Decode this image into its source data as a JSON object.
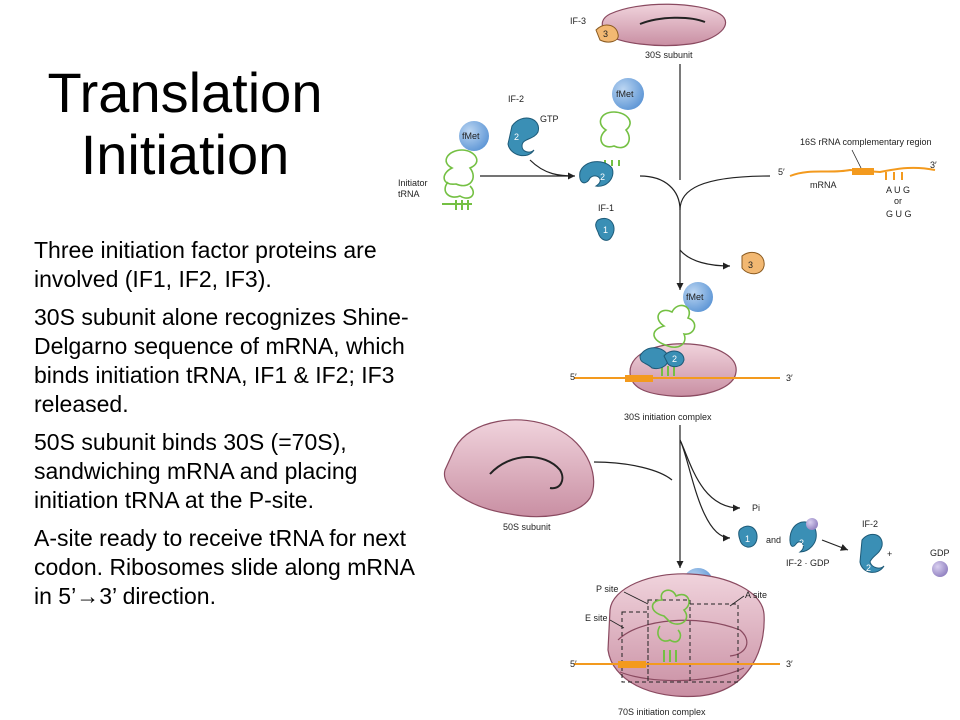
{
  "title": {
    "line1": "Translation",
    "line2": "Initiation"
  },
  "bullets": [
    "Three initiation factor proteins are involved (IF1, IF2, IF3).",
    "30S subunit alone recognizes Shine-Delgarno sequence of mRNA, which binds initiation tRNA, IF1 & IF2; IF3 released.",
    "50S subunit binds 30S (=70S), sandwiching mRNA and placing initiation tRNA at the P-site.",
    "A-site ready to receive tRNA for next codon.  Ribosomes slide along mRNA in 5’→3’ direction."
  ],
  "diagram": {
    "if3": "IF-3",
    "num3": "3",
    "s30_subunit": "30S subunit",
    "if2": "IF-2",
    "gtp": "GTP",
    "fmet": "fMet",
    "num2": "2",
    "num1": "1",
    "initiator_trna_1": "Initiator",
    "initiator_trna_2": "tRNA",
    "if1": "IF-1",
    "rrna_region": "16S rRNA complementary region",
    "five_prime": "5′",
    "three_prime": "3′",
    "mrna": "mRNA",
    "aug": "A U G",
    "or": "or",
    "gug": "G U G",
    "s30_complex": "30S initiation complex",
    "s50_subunit": "50S subunit",
    "pi": "Pi",
    "and": "and",
    "plus": "+",
    "if2_gdp": "IF-2 · GDP",
    "gdp": "GDP",
    "p_site": "P site",
    "e_site": "E site",
    "a_site": "A site",
    "s70_complex": "70S initiation complex"
  },
  "colors": {
    "ribosome": "#d9a7b6",
    "ribosome_edge": "#8a4a60",
    "if_blue": "#3a8fb5",
    "fmet_blue": "#6fa3dc",
    "trna_green": "#74c043",
    "mrna_orange": "#f39a1e",
    "if3_orange": "#f2b872",
    "gdp_purple": "#9d8ec9"
  }
}
